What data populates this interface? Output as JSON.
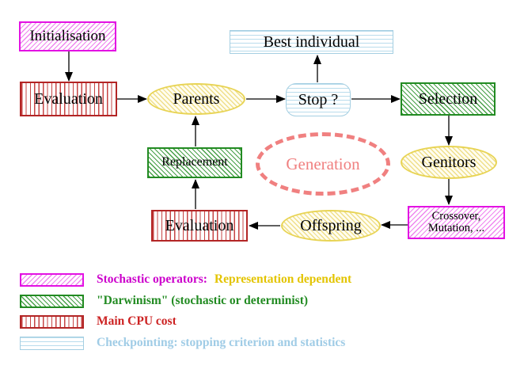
{
  "nodes": {
    "initialisation": {
      "label": "Initialisation"
    },
    "best_individual": {
      "label": "Best individual"
    },
    "evaluation_top": {
      "label": "Evaluation"
    },
    "parents": {
      "label": "Parents"
    },
    "stop": {
      "label": "Stop ?"
    },
    "selection": {
      "label": "Selection"
    },
    "replacement": {
      "label": "Replacement"
    },
    "generation": {
      "label": "Generation"
    },
    "genitors": {
      "label": "Genitors"
    },
    "crossover": {
      "line1": "Crossover,",
      "line2": "Mutation, ..."
    },
    "offspring": {
      "label": "Offspring"
    },
    "evaluation_bottom": {
      "label": "Evaluation"
    }
  },
  "legend": [
    {
      "key": "stochastic-operators",
      "label": "Stochastic operators:",
      "label2": "Representation dependent"
    },
    {
      "key": "darwinism",
      "label": "\"Darwinism\" (stochastic or determinist)"
    },
    {
      "key": "main-cpu-cost",
      "label": "Main CPU cost"
    },
    {
      "key": "checkpointing",
      "label": "Checkpointing: stopping criterion and statistics"
    }
  ],
  "colors": {
    "magenta": "#e312e3",
    "magenta_text": "#cc00cc",
    "yellow_text": "#e3c400",
    "green": "#228b22",
    "red": "#b32525",
    "red_text": "#cc2222",
    "cyan": "#a5cfe2",
    "cyan_text": "#a0cce6",
    "yellow_border": "#e8d455",
    "salmon": "#f08080",
    "arrow": "#000000"
  }
}
